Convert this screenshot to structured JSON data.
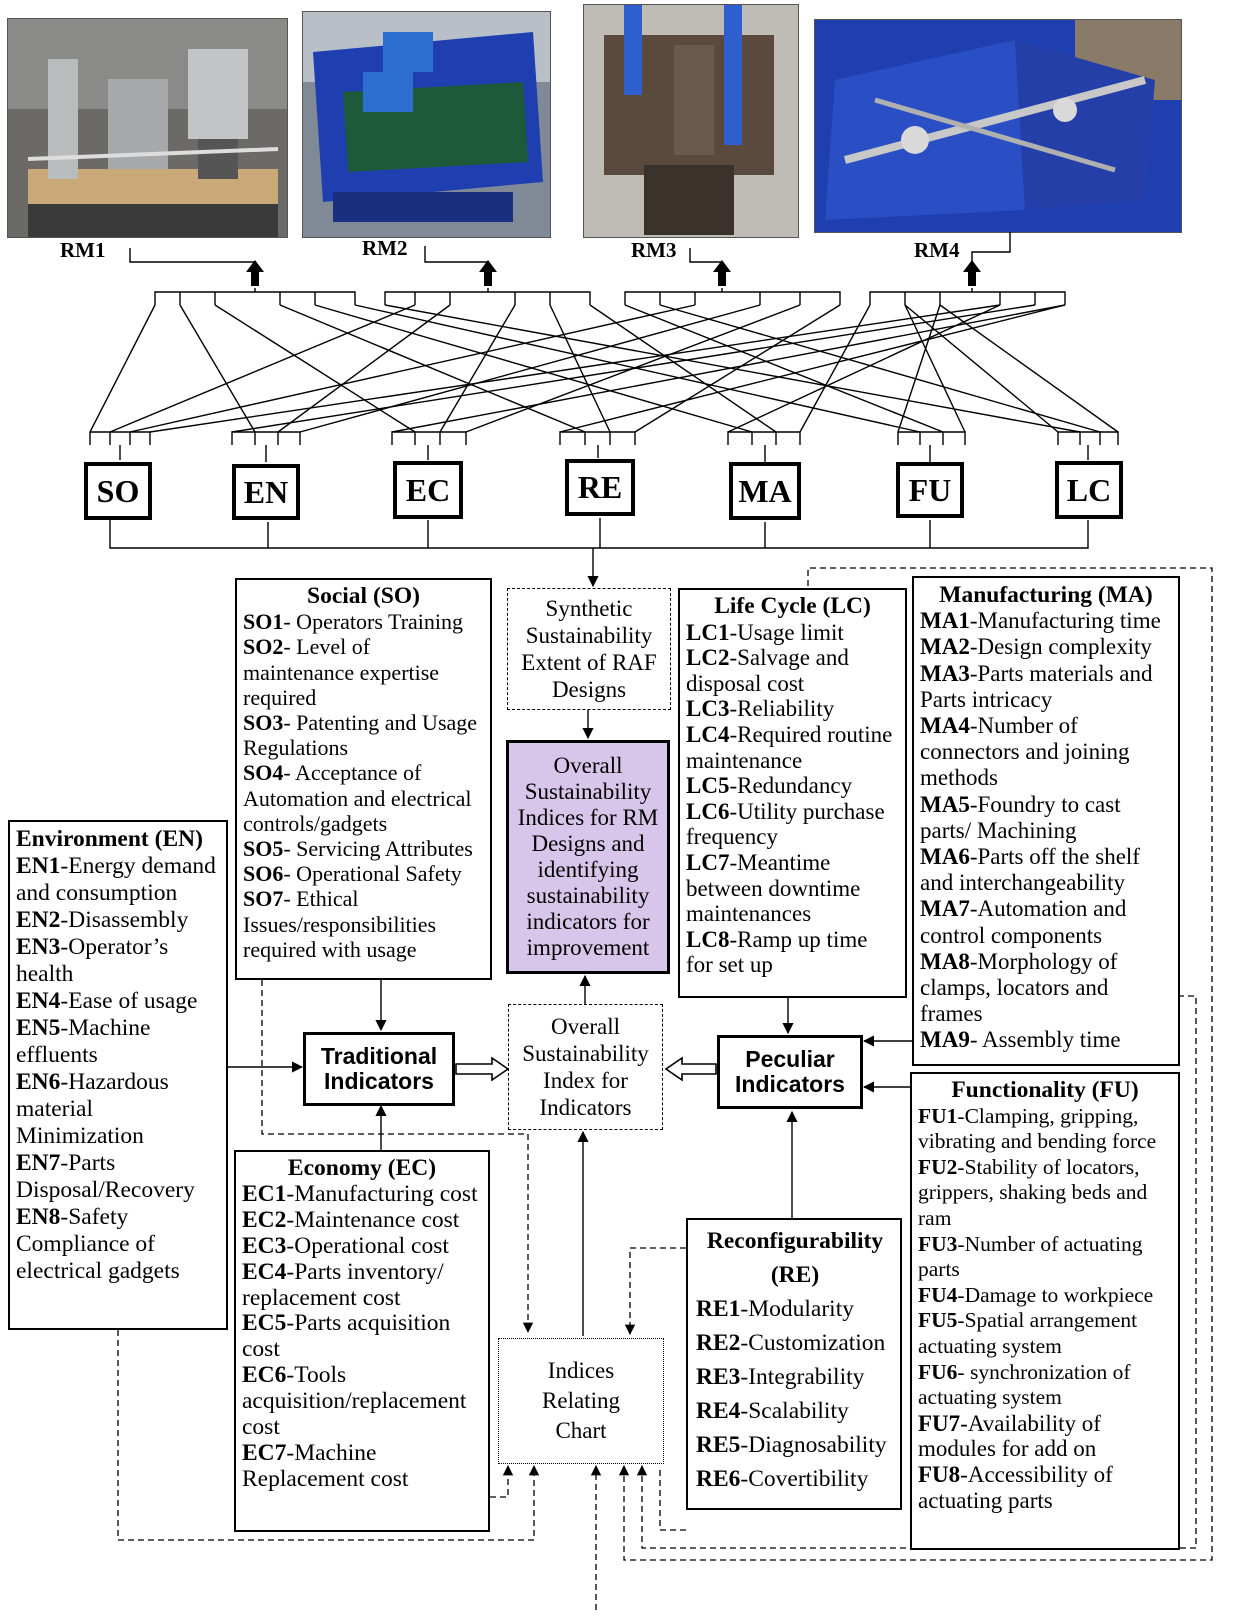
{
  "top_models": [
    {
      "label": "RM1",
      "photo": "robotic-gantry-photo"
    },
    {
      "label": "RM2",
      "photo": "shaking-bed-machine-photo"
    },
    {
      "label": "RM3",
      "photo": "press-frame-photo"
    },
    {
      "label": "RM4",
      "photo": "pneumatic-fixture-photo"
    }
  ],
  "categories": [
    "SO",
    "EN",
    "EC",
    "RE",
    "MA",
    "FU",
    "LC"
  ],
  "social": {
    "title": "Social (SO)",
    "items": [
      {
        "code": "SO1",
        "text": "- Operators Training"
      },
      {
        "code": "SO2",
        "text": "- Level of maintenance expertise required"
      },
      {
        "code": "SO3",
        "text": "- Patenting and Usage Regulations"
      },
      {
        "code": "SO4",
        "text": "- Acceptance of Automation and electrical controls/gadgets"
      },
      {
        "code": "SO5",
        "text": "- Servicing Attributes"
      },
      {
        "code": "SO6",
        "text": "- Operational Safety"
      },
      {
        "code": "SO7",
        "text": "- Ethical Issues/responsibilities required with usage"
      }
    ]
  },
  "environment": {
    "title": "Environment (EN)",
    "items": [
      {
        "code": "EN1",
        "text": "-Energy demand and consumption"
      },
      {
        "code": "EN2",
        "text": "-Disassembly"
      },
      {
        "code": "EN3",
        "text": "-Operator’s health"
      },
      {
        "code": "EN4",
        "text": "-Ease of usage"
      },
      {
        "code": "EN5",
        "text": "-Machine effluents"
      },
      {
        "code": "EN6",
        "text": "-Hazardous material Minimization"
      },
      {
        "code": "EN7",
        "text": "-Parts Disposal/Recovery"
      },
      {
        "code": "EN8",
        "text": "-Safety Compliance of electrical gadgets"
      }
    ]
  },
  "economy": {
    "title": "Economy (EC)",
    "items": [
      {
        "code": "EC1",
        "text": "-Manufacturing cost"
      },
      {
        "code": "EC2",
        "text": "-Maintenance cost"
      },
      {
        "code": "EC3",
        "text": "-Operational cost"
      },
      {
        "code": "EC4",
        "text": "-Parts inventory/ replacement cost"
      },
      {
        "code": "EC5",
        "text": "-Parts acquisition cost"
      },
      {
        "code": "EC6",
        "text": "-Tools acquisition/replacement cost"
      },
      {
        "code": "EC7",
        "text": "-Machine Replacement cost"
      }
    ]
  },
  "lifecycle": {
    "title": "Life Cycle (LC)",
    "items": [
      {
        "code": "LC1",
        "text": "-Usage limit"
      },
      {
        "code": "LC2",
        "text": "-Salvage and disposal cost"
      },
      {
        "code": "LC3",
        "text": "-Reliability"
      },
      {
        "code": "LC4",
        "text": "-Required routine maintenance"
      },
      {
        "code": "LC5",
        "text": "-Redundancy"
      },
      {
        "code": "LC6",
        "text": "-Utility purchase frequency"
      },
      {
        "code": "LC7",
        "text": "-Meantime between downtime maintenances"
      },
      {
        "code": "LC8",
        "text": "-Ramp up time for set up"
      }
    ]
  },
  "manufacturing": {
    "title": "Manufacturing (MA)",
    "items": [
      {
        "code": "MA1",
        "text": "-Manufacturing time"
      },
      {
        "code": "MA2",
        "text": "-Design complexity"
      },
      {
        "code": "MA3",
        "text": "-Parts materials and Parts intricacy"
      },
      {
        "code": "MA4",
        "text": "-Number of connectors and joining methods"
      },
      {
        "code": "MA5",
        "text": "-Foundry to cast parts/ Machining"
      },
      {
        "code": "MA6",
        "text": "-Parts off the shelf and interchangeability"
      },
      {
        "code": "MA7",
        "text": "-Automation and control components"
      },
      {
        "code": "MA8",
        "text": "-Morphology of clamps, locators and frames"
      },
      {
        "code": "MA9",
        "text": "- Assembly time"
      }
    ]
  },
  "functionality": {
    "title": "Functionality (FU)",
    "items": [
      {
        "code": "FU1",
        "text": "-Clamping, gripping, vibrating and bending force"
      },
      {
        "code": "FU2",
        "text": "-Stability of locators, grippers, shaking beds and ram"
      },
      {
        "code": "FU3",
        "text": "-Number of actuating parts"
      },
      {
        "code": "FU4",
        "text": "-Damage to workpiece"
      },
      {
        "code": "FU5",
        "text": "-Spatial arrangement actuating system"
      },
      {
        "code": "FU6",
        "text": "- synchronization of actuating system"
      },
      {
        "code": "FU7",
        "text": "-Availability of modules for add on"
      },
      {
        "code": "FU8",
        "text": "-Accessibility of actuating parts"
      }
    ]
  },
  "reconfigurability": {
    "title": "Reconfigurability (RE)",
    "items": [
      {
        "code": "RE1",
        "text": "-Modularity"
      },
      {
        "code": "RE2",
        "text": "-Customization"
      },
      {
        "code": "RE3",
        "text": "-Integrability"
      },
      {
        "code": "RE4",
        "text": "-Scalability"
      },
      {
        "code": "RE5",
        "text": "-Diagnosability"
      },
      {
        "code": "RE6",
        "text": "-Covertibility"
      }
    ]
  },
  "synthetic": "Synthetic Sustainability Extent of RAF Designs",
  "overall_indices": "Overall Sustainability Indices for RM Designs and identifying sustainability indicators for improvement",
  "overall_index": "Overall Sustainability Index for Indicators",
  "traditional": "Traditional Indicators",
  "peculiar": "Peculiar Indicators",
  "relating_chart": "Indices Relating Chart",
  "colors": {
    "highlight": "#d8c6ea",
    "machine_blue": "#1f3fb0",
    "line": "#000000"
  }
}
